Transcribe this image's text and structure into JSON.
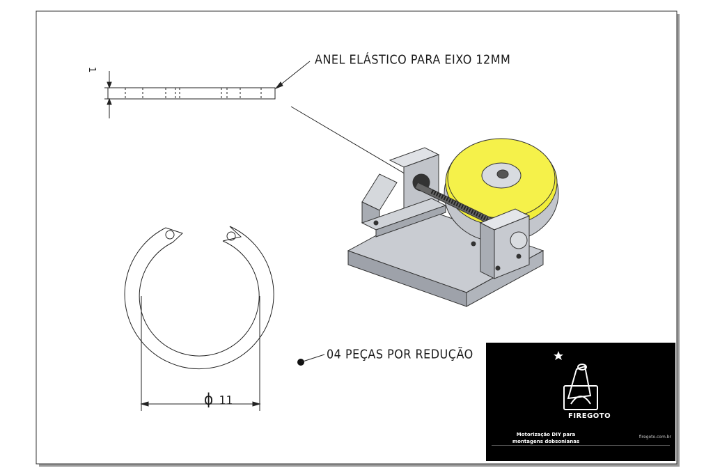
{
  "annotations": {
    "ring_label": "ANEL ELÁSTICO PARA EIXO 12MM",
    "quantity_label": "04 PEÇAS POR REDUÇÃO",
    "diameter_symbol": "ϕ",
    "diameter_value": "11",
    "thickness_value": "1"
  },
  "logo": {
    "brand": "FIREGOTO",
    "tagline_line1": "Motorização DIY para",
    "tagline_line2": "montagens dobsonianas",
    "url": "firegoto.com.br"
  },
  "colors": {
    "gear_yellow": "#f2ee3a",
    "metal": "#b8bcc4",
    "logo_bg": "#000000"
  },
  "icons": {
    "brand_mark": "telescope-icon",
    "star": "star-icon"
  }
}
